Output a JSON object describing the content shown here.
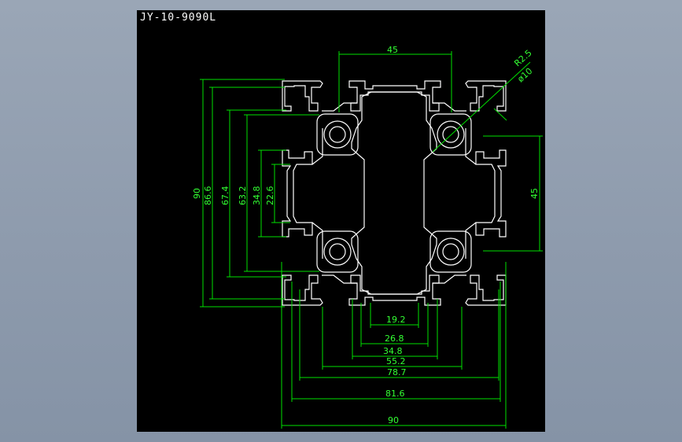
{
  "drawing": {
    "title": "JY-10-9090L",
    "colors": {
      "background": "#000000",
      "profile": "#ffffff",
      "dimension": "#00e000",
      "window": "#8e9bad"
    }
  },
  "dimensions": {
    "top_slot": "45",
    "radius": "R2.5",
    "hole": "ø10",
    "right_slot": "45",
    "v_90": "90",
    "v_86_6": "86.6",
    "v_67_4": "67.4",
    "v_63_2": "63.2",
    "v_34_8": "34.8",
    "v_22_6": "22.6",
    "h_19_2": "19.2",
    "h_26_8": "26.8",
    "h_34_8": "34.8",
    "h_55_2": "55.2",
    "h_78_7": "78.7",
    "h_81_6": "81.6",
    "h_90": "90"
  }
}
